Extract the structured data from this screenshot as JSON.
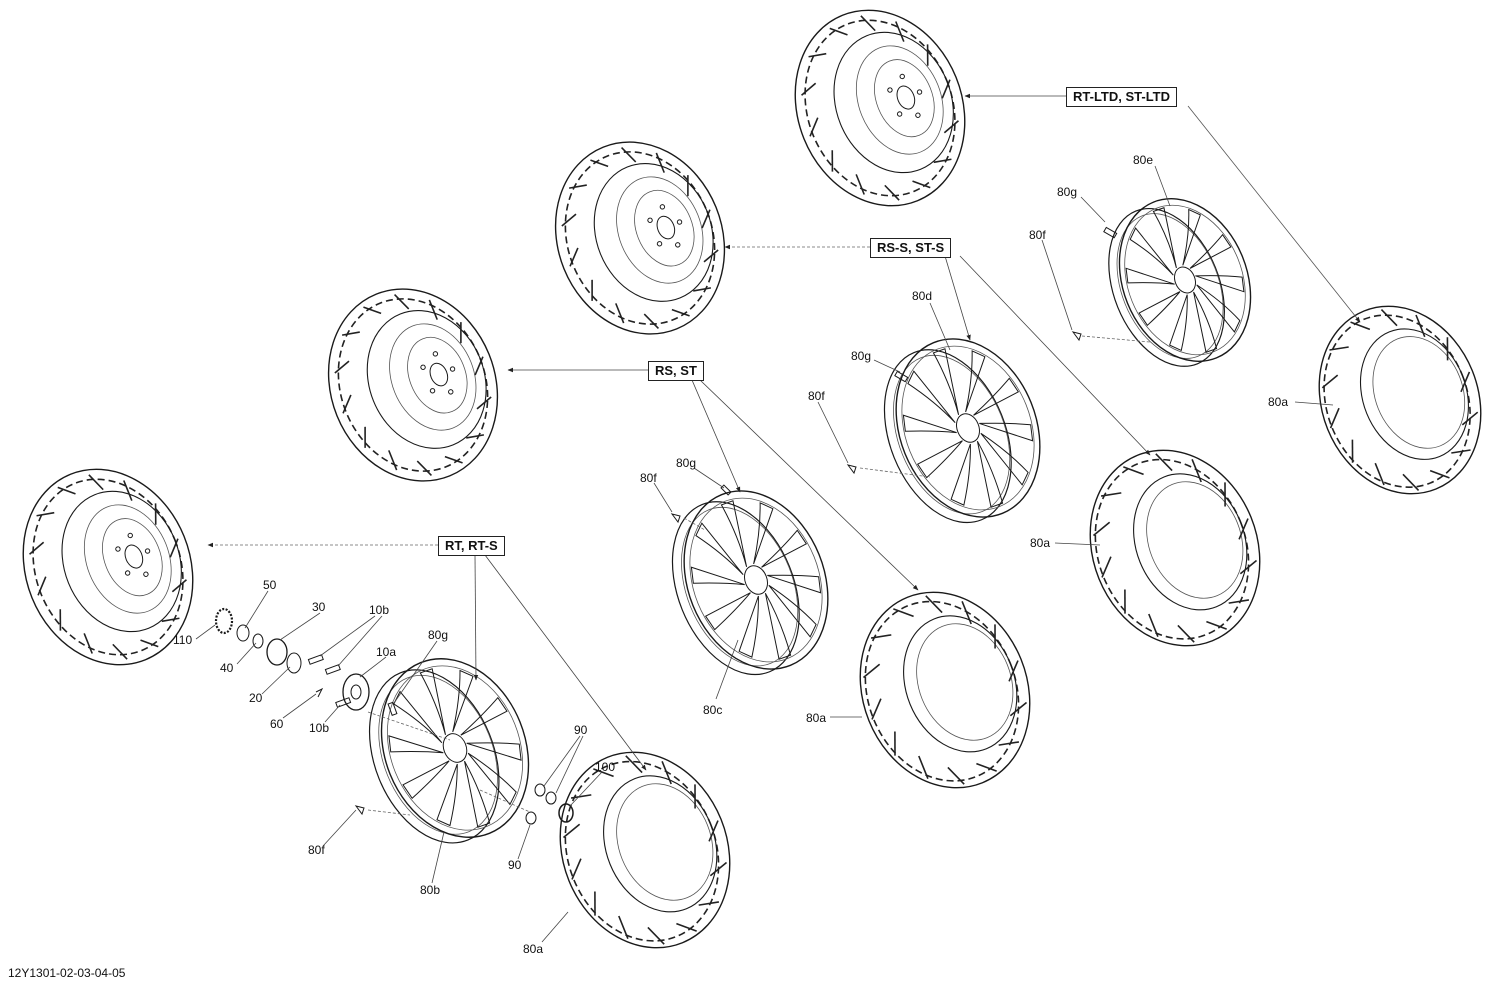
{
  "model_boxes": {
    "rt_ltd": "RT-LTD, ST-LTD",
    "rs_s": "RS-S, ST-S",
    "rs": "RS, ST",
    "rt": "RT, RT-S"
  },
  "callouts": {
    "c80e": "80e",
    "c80g_e": "80g",
    "c80f_e": "80f",
    "c80a_e": "80a",
    "c80d": "80d",
    "c80g_d": "80g",
    "c80f_d": "80f",
    "c80a_d": "80a",
    "c80g_c": "80g",
    "c80f_c": "80f",
    "c80c": "80c",
    "c80a_c": "80a",
    "c50": "50",
    "c30": "30",
    "c10b_top": "10b",
    "c110": "110",
    "c40": "40",
    "c10a": "10a",
    "c80g_b": "80g",
    "c20": "20",
    "c60": "60",
    "c10b_bot": "10b",
    "c90_top": "90",
    "c100": "100",
    "c80f_b": "80f",
    "c90_bot": "90",
    "c80b": "80b",
    "c80a_b": "80a"
  },
  "drawing_code": "12Y1301-02-03-04-05"
}
